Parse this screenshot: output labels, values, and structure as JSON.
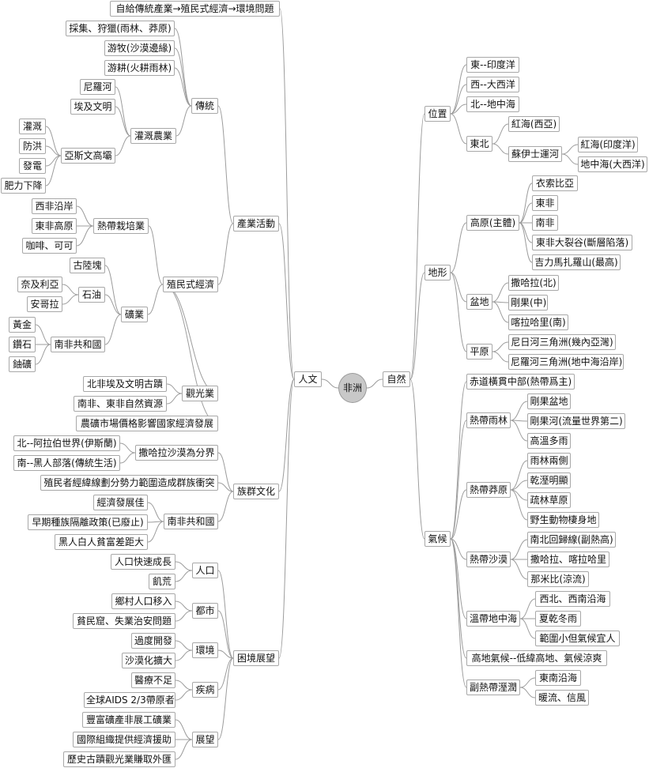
{
  "root": {
    "label": "非洲"
  },
  "branches": {
    "human": {
      "label": "人文",
      "intro": "自給傳統產業→殖民式經濟→環境問題",
      "industry": {
        "label": "產業活動",
        "traditional": {
          "label": "傳統",
          "gathering": "採集、狩獵(雨林、莽原)",
          "nomadic": "游牧(沙漠邊緣)",
          "shifting": "游耕(火耕雨林)",
          "irrigation": {
            "label": "灌溉農業",
            "nile": "尼羅河",
            "egypt": "埃及文明",
            "aswan": {
              "label": "亞斯文高壩",
              "items": [
                "灌溉",
                "防洪",
                "發電",
                "肥力下降"
              ]
            }
          }
        },
        "colonial": {
          "label": "殖民式經濟",
          "tropical": {
            "label": "熱帶栽培業",
            "items": [
              "西非沿岸",
              "東非高原",
              "咖啡、可可"
            ]
          },
          "mining": {
            "label": "礦業",
            "copper": "古陸塊",
            "oil": {
              "label": "石油",
              "items": [
                "奈及利亞",
                "安哥拉"
              ]
            },
            "sa": {
              "label": "南非共和國",
              "items": [
                "黃金",
                "鑽石",
                "鈾礦"
              ]
            }
          },
          "tourism": {
            "label": "觀光業",
            "items": [
              "北非埃及文明古蹟",
              "南非、東非自然資源"
            ]
          },
          "mineprice": "農礦市場價格影響國家經濟發展"
        }
      },
      "ethnic": {
        "label": "族群文化",
        "sahara": {
          "label": "撒哈拉沙漠為分界",
          "items": [
            "北--阿拉伯世界(伊斯蘭)",
            "南--黑人部落(傳統生活)"
          ]
        },
        "colonial_border": "殖民者經緯線劃分勢力範圍造成群族衝突",
        "sa": {
          "label": "南非共和國",
          "items": [
            "經濟發展佳",
            "早期種族隔離政策(已廢止)",
            "黑人白人貧富差距大"
          ]
        }
      },
      "problems": {
        "label": "困境展望",
        "population": {
          "label": "人口",
          "items": [
            "人口快速成長",
            "飢荒"
          ]
        },
        "urban": {
          "label": "都市",
          "items": [
            "鄉村人口移入",
            "貧民窟、失業治安問題"
          ]
        },
        "environment": {
          "label": "環境",
          "items": [
            "過度開發",
            "沙漠化擴大"
          ]
        },
        "disease": {
          "label": "疾病",
          "items": [
            "醫療不足",
            "全球AIDS 2/3帶原者"
          ]
        },
        "outlook": {
          "label": "展望",
          "items": [
            "豐富礦產非展工礦業",
            "國際組織提供經濟援助",
            "歷史古蹟觀光業賺取外匯"
          ]
        }
      }
    },
    "nature": {
      "label": "自然",
      "location": {
        "label": "位置",
        "east": "東--印度洋",
        "west": "西--大西洋",
        "north": "北--地中海",
        "northeast": {
          "label": "東北",
          "redsea": "紅海(西亞)",
          "suez": {
            "label": "蘇伊士運河",
            "items": [
              "紅海(印度洋)",
              "地中海(大西洋)"
            ]
          }
        }
      },
      "terrain": {
        "label": "地形",
        "plateau": {
          "label": "高原(主體)",
          "items": [
            "衣索比亞",
            "東非",
            "南非",
            "東非大裂谷(斷層陷落)",
            "吉力馬扎羅山(最高)"
          ]
        },
        "basin": {
          "label": "盆地",
          "items": [
            "撒哈拉(北)",
            "剛果(中)",
            "喀拉哈里(南)"
          ]
        },
        "plain": {
          "label": "平原",
          "items": [
            "尼日河三角洲(幾內亞灣)",
            "尼羅河三角洲(地中海沿岸)"
          ]
        }
      },
      "climate": {
        "label": "氣候",
        "equator": "赤道橫貫中部(熱帶爲主)",
        "rainforest": {
          "label": "熱帶雨林",
          "items": [
            "剛果盆地",
            "剛果河(流量世界第二)",
            "高溫多雨"
          ]
        },
        "savanna": {
          "label": "熱帶莽原",
          "items": [
            "雨林兩側",
            "乾溼明顯",
            "疏林草原",
            "野生動物棲身地"
          ]
        },
        "desert": {
          "label": "熱帶沙漠",
          "items": [
            "南北回歸線(副熱高)",
            "撒哈拉、喀拉哈里",
            "那米比(涼流)"
          ]
        },
        "mediterranean": {
          "label": "溫帶地中海",
          "items": [
            "西北、西南沿海",
            "夏乾冬雨",
            "範圍小但氣候宜人"
          ]
        },
        "highland": "高地氣候--低緯高地、氣候涼爽",
        "subtropical": {
          "label": "副熱帶溼潤",
          "items": [
            "東南沿海",
            "暖流、信風"
          ]
        }
      }
    }
  }
}
